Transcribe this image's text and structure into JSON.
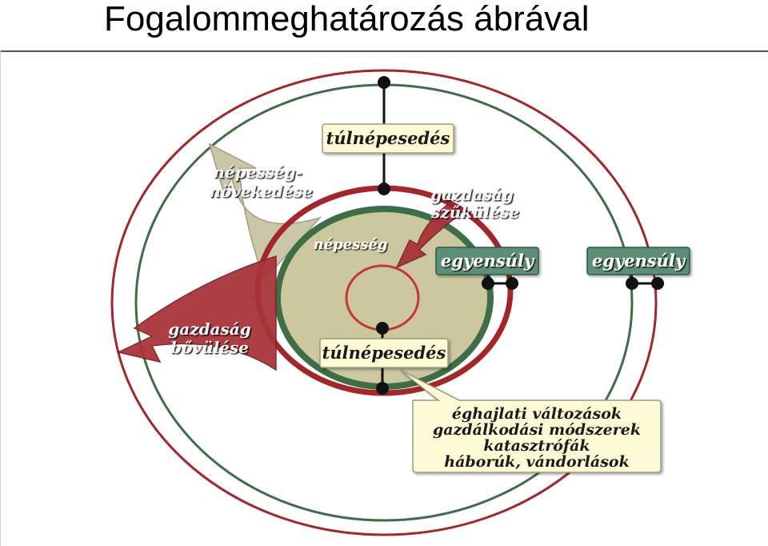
{
  "title": "Fogalommeghatározás ábrával",
  "labels": {
    "tulnepesedes_top": "túlnépesedés",
    "tulnepesedes_bottom": "túlnépesedés",
    "egyensuly_inner": "egyensúly",
    "egyensuly_outer": "egyensúly",
    "nepesseg": "népesség",
    "nepesseg_novekedese_1": "népesség-",
    "nepesseg_novekedese_2": "növekedése",
    "gazdasag_szukulese_1": "gazdaság",
    "gazdasag_szukulese_2": "szűkülése",
    "gazdasag_bovulese_1": "gazdaság",
    "gazdasag_bovulese_2": "bővülése"
  },
  "factors": [
    "éghajlati változások",
    "gazdálkodási módszerek",
    "katasztrófák",
    "háborúk, vándorlások"
  ],
  "colors": {
    "red": "#a3262b",
    "green": "#3d6e45",
    "fill": "#cdc7a0",
    "label_yellow": "#fdfbd6",
    "label_green": "#5d8f78",
    "arrow_gray": "#c9c4a4",
    "arrow_red": "#a8343a"
  }
}
